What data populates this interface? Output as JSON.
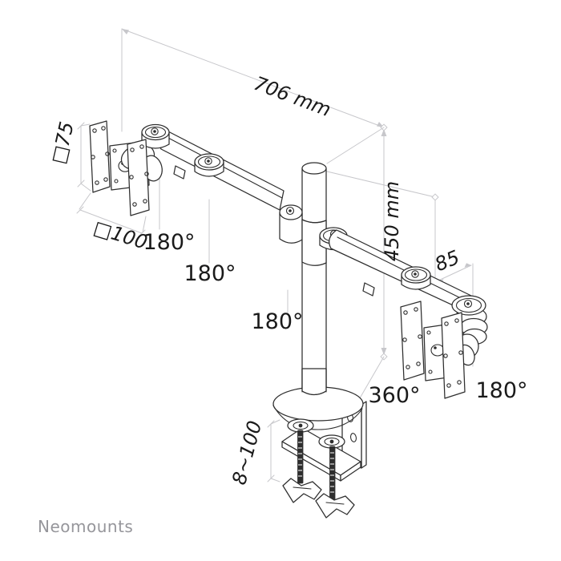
{
  "page": {
    "background": "#ffffff"
  },
  "colors": {
    "line_art": "#2e2e2e",
    "dimension_lines": "#c7c7cb",
    "labels": "#1a1a1a",
    "brand": "#96969b"
  },
  "brand": {
    "name": "Neomounts"
  },
  "diagram": {
    "type": "technical-line-drawing",
    "subject": "dual-monitor desk mount arm with clamp",
    "annotations": {
      "arm_span": "706 mm",
      "vesa_small": "□75",
      "vesa_large": "□100",
      "pole_height": "450 mm",
      "arm_depth": "85",
      "pole_rotation": "360°",
      "clamp_range": "8~100",
      "swivel_left_vesa": "180°",
      "swivel_left_arm": "180°",
      "swivel_center": "180°",
      "swivel_right_vesa": "180°"
    }
  }
}
